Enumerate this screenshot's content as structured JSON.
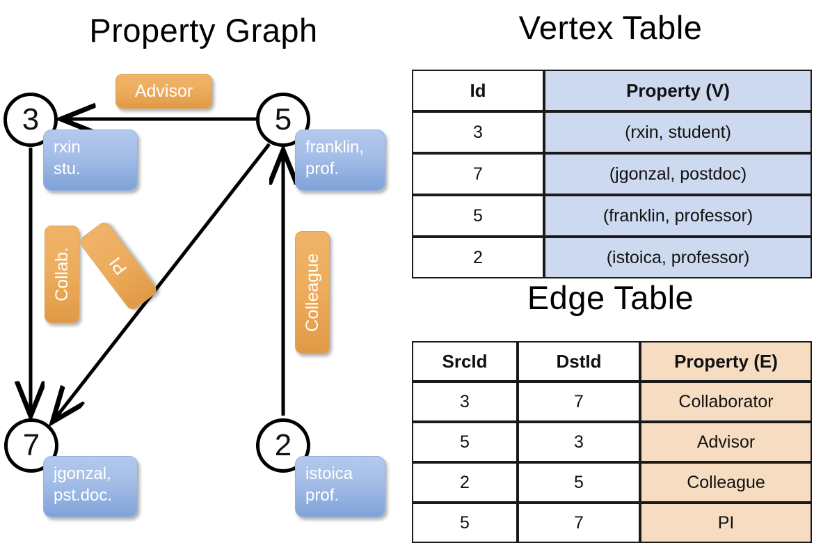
{
  "titles": {
    "property_graph": "Property Graph",
    "vertex_table": "Vertex Table",
    "edge_table": "Edge Table"
  },
  "graph": {
    "nodes": [
      {
        "id": "3",
        "label": "3",
        "property_lines": [
          "rxin",
          "stu."
        ]
      },
      {
        "id": "5",
        "label": "5",
        "property_lines": [
          "franklin,",
          "prof."
        ]
      },
      {
        "id": "7",
        "label": "7",
        "property_lines": [
          "jgonzal,",
          "pst.doc."
        ]
      },
      {
        "id": "2",
        "label": "2",
        "property_lines": [
          "istoica",
          "prof."
        ]
      }
    ],
    "node_properties": {
      "rxin": "rxin\nstu.",
      "franklin": "franklin,\nprof.",
      "jgonzal": "jgonzal,\npst.doc.",
      "istoica": "istoica\nprof."
    },
    "edge_labels": {
      "advisor": "Advisor",
      "collab": "Collab.",
      "pi": "PI",
      "colleague": "Colleague"
    },
    "edges": [
      {
        "from": "5",
        "to": "3",
        "label": "Advisor"
      },
      {
        "from": "3",
        "to": "7",
        "label": "Collab."
      },
      {
        "from": "5",
        "to": "7",
        "label": "PI"
      },
      {
        "from": "2",
        "to": "5",
        "label": "Colleague"
      }
    ]
  },
  "vertex_table": {
    "headers": [
      "Id",
      "Property (V)"
    ],
    "rows": [
      {
        "id": "3",
        "property": "(rxin, student)"
      },
      {
        "id": "7",
        "property": "(jgonzal, postdoc)"
      },
      {
        "id": "5",
        "property": "(franklin, professor)"
      },
      {
        "id": "2",
        "property": "(istoica, professor)"
      }
    ]
  },
  "edge_table": {
    "headers": [
      "SrcId",
      "DstId",
      "Property (E)"
    ],
    "rows": [
      {
        "src": "3",
        "dst": "7",
        "property": "Collaborator"
      },
      {
        "src": "5",
        "dst": "3",
        "property": "Advisor"
      },
      {
        "src": "2",
        "dst": "5",
        "property": "Colleague"
      },
      {
        "src": "5",
        "dst": "7",
        "property": "PI"
      }
    ]
  },
  "colors": {
    "vertex_property_fill": "#ccd9ef",
    "edge_property_fill": "#f6dcc0",
    "node_box_blue": "#a6bfe8",
    "relation_box_orange": "#eead5e",
    "stroke": "#000000",
    "background": "#ffffff"
  }
}
